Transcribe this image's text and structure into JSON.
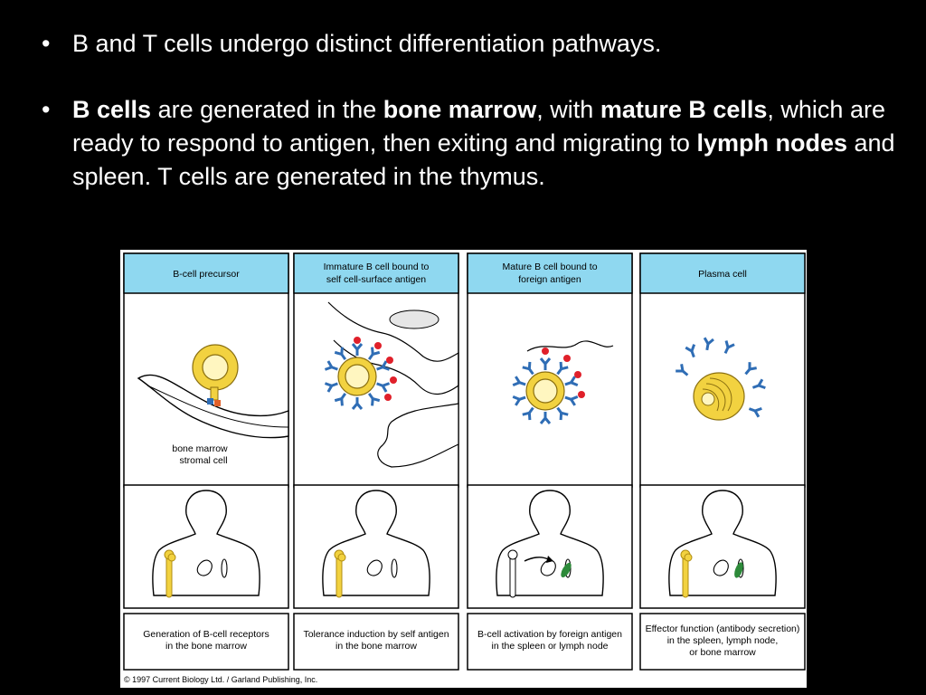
{
  "slide": {
    "bullet1": "B and T cells undergo distinct differentiation pathways.",
    "bullet2": {
      "b1": "B cells",
      "t1": " are generated in the ",
      "b2": "bone marrow",
      "t2": ", with ",
      "b3": "mature B cells",
      "t3": ", which are ready to respond to antigen, then exiting and migrating to ",
      "b4": "lymph nodes",
      "t4": " and spleen.  T cells are generated in the thymus."
    },
    "bullet_glyph": "•"
  },
  "figure": {
    "panels": [
      {
        "header": [
          "B-cell precursor"
        ],
        "caption": [
          "Generation of B-cell receptors",
          "in the bone marrow"
        ]
      },
      {
        "header": [
          "Immature B cell bound to",
          "self cell-surface antigen"
        ],
        "caption": [
          "Tolerance induction by self antigen",
          "in the bone marrow"
        ]
      },
      {
        "header": [
          "Mature B cell bound to",
          "foreign antigen"
        ],
        "caption": [
          "B-cell activation by foreign antigen",
          "in the spleen or lymph node"
        ]
      },
      {
        "header": [
          "Plasma cell"
        ],
        "caption": [
          "Effector function (antibody secretion)",
          "in the spleen, lymph node,",
          "or bone marrow"
        ]
      }
    ],
    "stromal_label": [
      "bone marrow",
      "stromal cell"
    ],
    "copyright": "© 1997 Current Biology Ltd. / Garland Publishing, Inc.",
    "colors": {
      "header_fill": "#8fd8f0",
      "cell_yellow": "#f2d240",
      "receptor_blue": "#2f6db5",
      "antigen_red": "#e0202a",
      "organ_green": "#2d8a3a"
    }
  }
}
